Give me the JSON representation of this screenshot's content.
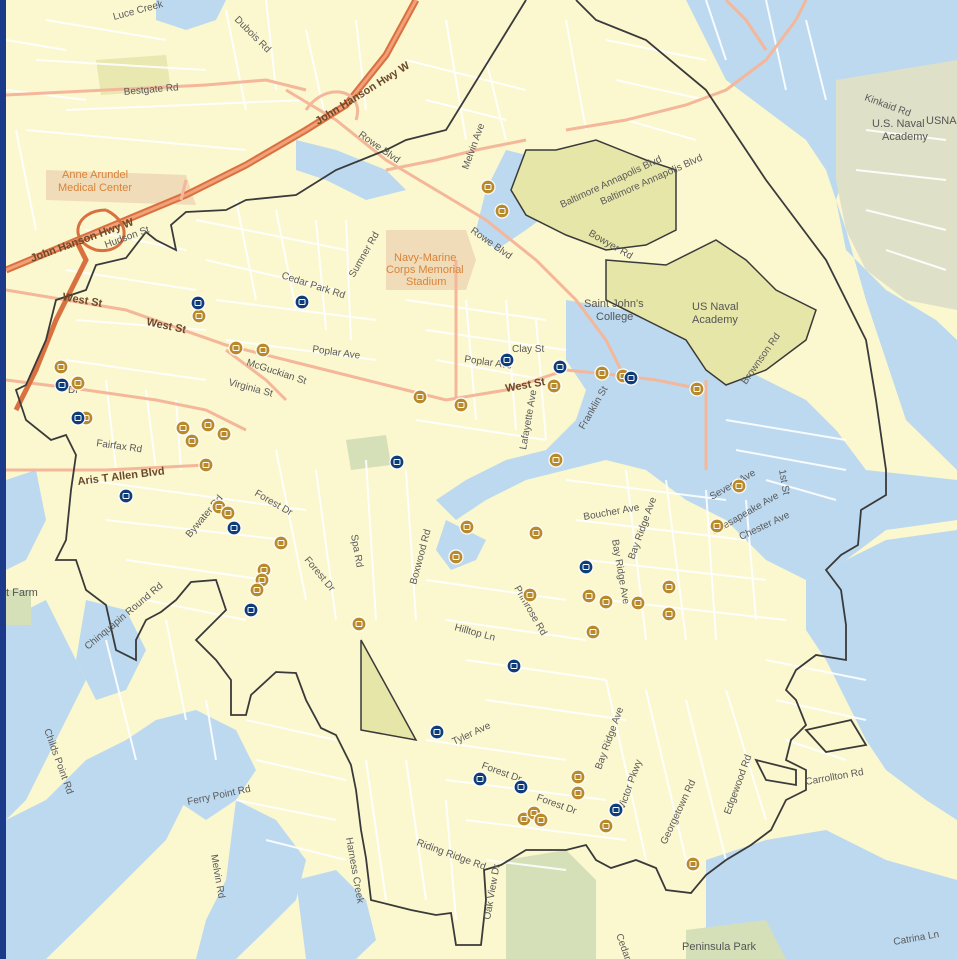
{
  "map": {
    "title": "",
    "colors": {
      "land": "#fbf7cf",
      "water": "#bcd9ef",
      "park": "#e6e6a8",
      "minor_road": "#ffffff",
      "arterial": "#f4b79a",
      "highway": "#d9703f",
      "boundary": "#3a3a3a",
      "poi_orange": "#b98a2b",
      "poi_blue": "#0f3d7a"
    },
    "labels": {
      "luce_creek": "Luce Creek",
      "dubois_rd": "Dubois Rd",
      "bestgate_rd": "Bestgate Rd",
      "jh_hwy_1": "John Hanson Hwy W",
      "jh_hwy_2": "John Hanson Hwy W",
      "rowe_blvd_1": "Rowe Blvd",
      "rowe_blvd_2": "Rowe Blvd",
      "aamc_1": "Anne Arundel",
      "aamc_2": "Medical Center",
      "melvin_ave": "Melvin Ave",
      "balt_annap_blvd": "Baltimore Annapolis Blvd",
      "usna_1": "U.S. Naval",
      "usna_2": "Academy",
      "usna_abbr": "USNA",
      "kinkaid": "Kinkaid Rd",
      "hudson_st": "Hudson St",
      "cedar_park_rd": "Cedar Park Rd",
      "sumner_rd": "Sumner Rd",
      "nmc_stadium_1": "Navy-Marine",
      "nmc_stadium_2": "Corps Memorial",
      "nmc_stadium_3": "Stadium",
      "bowyer_rd": "Bowyer Rd",
      "st_johns_1": "Saint John's",
      "st_johns_2": "College",
      "us_naval_acad_1": "US Naval",
      "us_naval_acad_2": "Academy",
      "west_st_1": "West St",
      "west_st_2": "West St",
      "west_st_3": "West St",
      "poplar_ave_1": "Poplar Ave",
      "poplar_ave_2": "Poplar Ave",
      "clay_st": "Clay St",
      "mcguckian_st": "McGuckian St",
      "virginia_st": "Virginia St",
      "lafayette_ave": "Lafayette Ave",
      "franklin_st": "Franklin St",
      "brownson_rd": "Brownson Rd",
      "fairfax_rd": "Fairfax Rd",
      "aris_t_allen": "Aris T Allen Blvd",
      "west_dr": "Dr",
      "bywater_rd": "Bywater Rd",
      "forest_dr_1": "Forest Dr",
      "forest_dr_2": "Forest Dr",
      "forest_dr_3": "Forest Dr",
      "forest_dr_4": "Forest Dr",
      "boxwood_rd": "Boxwood Rd",
      "boucher_ave": "Boucher Ave",
      "severn_ave": "Severn Ave",
      "chesapeake_ave": "Chesapeake Ave",
      "chester_ave": "Chester Ave",
      "first_st": "1st St",
      "farm": "t Farm",
      "spa_rd": "Spa Rd",
      "primrose_rd": "Primrose Rd",
      "hilltop_ln": "Hilltop Ln",
      "bay_ridge_ave_1": "Bay Ridge Ave",
      "bay_ridge_ave_2": "Bay Ridge Ave",
      "chinquapin": "Chinquapin Round Rd",
      "childs_point": "Childs Point Rd",
      "tyler_ave": "Tyler Ave",
      "ferry_point": "Ferry Point Rd",
      "melvin_rd": "Melvin Rd",
      "riding_ridge": "Riding Ridge Rd",
      "victor_pkwy": "Victor Pkwy",
      "georgetown_rd": "Georgetown Rd",
      "edgewood_rd": "Edgewood Rd",
      "carrollton_rd": "Carrollton Rd",
      "peninsula_park": "Peninsula Park",
      "catrina": "Catrina Ln",
      "harness_creek": "Harness Creek",
      "oak_view": "Oak View Dr",
      "cedar": "Cedar"
    },
    "markers_orange": 46,
    "markers_blue": 17
  }
}
